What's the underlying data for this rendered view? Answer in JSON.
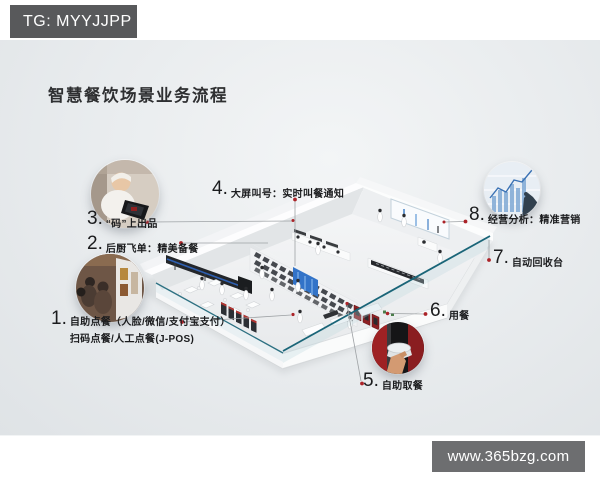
{
  "tag": {
    "text": "TG: MYYJJPP"
  },
  "title": {
    "text": "智慧餐饮场景业务流程"
  },
  "steps": [
    {
      "num": "1.",
      "label": "自助点餐（人脸/微信/支付宝支付）",
      "label2": "扫码点餐/人工点餐(J-POS)"
    },
    {
      "num": "2.",
      "label": "后厨飞单：精美备餐"
    },
    {
      "num": "3.",
      "label": "“码”上出品"
    },
    {
      "num": "4.",
      "label": "大屏叫号：实时叫餐通知"
    },
    {
      "num": "5.",
      "label": "自助取餐"
    },
    {
      "num": "6.",
      "label": "用餐"
    },
    {
      "num": "7.",
      "label": "自动回收台"
    },
    {
      "num": "8.",
      "label": "经营分析：精准营销"
    }
  ],
  "footer": {
    "url": "www.365bzg.com"
  },
  "photos": {
    "top_left": "chef-preparing-dish-photo",
    "left": "self-order-kiosk-queue-photo",
    "top_right": "business-analytics-chart-photo",
    "bottom_right": "hand-taking-meal-from-locker-photo"
  },
  "colors": {
    "accent_red": "#ab2328",
    "glass_teal": "#1a6578",
    "screen_blue": "#3273c8",
    "tag_bg": "#58595b",
    "footer_bg": "#6d6e70"
  }
}
